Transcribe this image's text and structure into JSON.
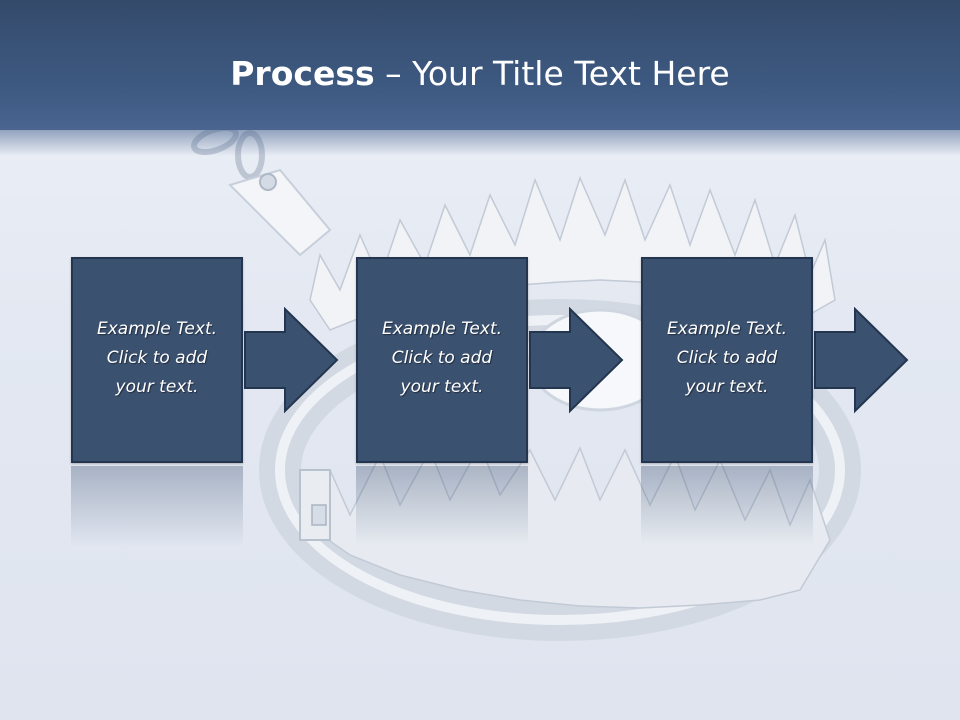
{
  "header": {
    "title_bold": "Process",
    "title_rest": " – Your Title Text Here"
  },
  "steps": [
    {
      "text": "Example Text.\nClick  to add\nyour text."
    },
    {
      "text": "Example Text.\nClick  to add\nyour text."
    },
    {
      "text": "Example Text.\nClick  to add\nyour text."
    }
  ],
  "colors": {
    "header": "#3e5a82",
    "box_fill": "#3b5170",
    "box_border": "#24364f",
    "background": "#e3e8f2"
  },
  "icons": {
    "background": "bear-trap-illustration",
    "arrows": "right-arrow"
  }
}
